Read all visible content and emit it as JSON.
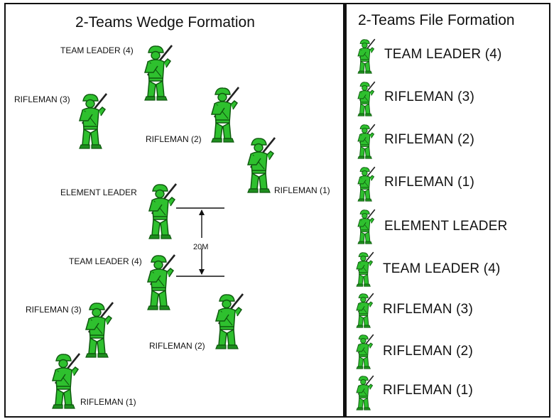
{
  "wedge": {
    "title": "2-Teams Wedge Formation",
    "team1": {
      "team_leader": "TEAM LEADER (4)",
      "rifleman3": "RIFLEMAN (3)",
      "rifleman2": "RIFLEMAN (2)",
      "rifleman1": "RIFLEMAN (1)"
    },
    "element_leader": "ELEMENT LEADER",
    "distance": "20M",
    "team2": {
      "team_leader": "TEAM LEADER (4)",
      "rifleman3": "RIFLEMAN (3)",
      "rifleman2": "RIFLEMAN (2)",
      "rifleman1": "RIFLEMAN (1)"
    }
  },
  "file": {
    "title": "2-Teams File Formation",
    "members": [
      "TEAM LEADER (4)",
      "RIFLEMAN (3)",
      "RIFLEMAN (2)",
      "RIFLEMAN (1)",
      "ELEMENT LEADER",
      "TEAM LEADER (4)",
      "RIFLEMAN (3)",
      "RIFLEMAN (2)",
      "RIFLEMAN (1)"
    ]
  },
  "colors": {
    "soldier_fill": "#2ec02e",
    "soldier_dark": "#0f5a0f",
    "rifle": "#222222"
  },
  "icon": "soldier-with-rifle-icon"
}
